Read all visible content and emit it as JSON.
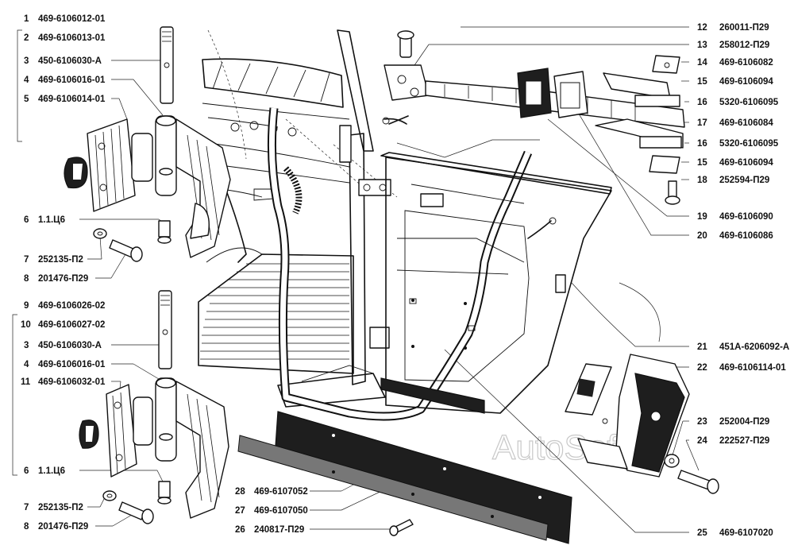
{
  "watermark": "AutoSoft",
  "callouts": [
    {
      "num": "1",
      "part": "469-6106012-01"
    },
    {
      "num": "2",
      "part": "469-6106013-01"
    },
    {
      "num": "3",
      "part": "450-6106030-А"
    },
    {
      "num": "4",
      "part": "469-6106016-01"
    },
    {
      "num": "5",
      "part": "469-6106014-01"
    },
    {
      "num": "6",
      "part": "1.1.Ц6"
    },
    {
      "num": "7",
      "part": "252135-П2"
    },
    {
      "num": "8",
      "part": "201476-П29"
    },
    {
      "num": "9",
      "part": "469-6106026-02"
    },
    {
      "num": "10",
      "part": "469-6106027-02"
    },
    {
      "num": "3",
      "part": "450-6106030-А"
    },
    {
      "num": "4",
      "part": "469-6106016-01"
    },
    {
      "num": "11",
      "part": "469-6106032-01"
    },
    {
      "num": "6",
      "part": "1.1.Ц6"
    },
    {
      "num": "7",
      "part": "252135-П2"
    },
    {
      "num": "8",
      "part": "201476-П29"
    },
    {
      "num": "12",
      "part": "260011-П29"
    },
    {
      "num": "13",
      "part": "258012-П29"
    },
    {
      "num": "14",
      "part": "469-6106082"
    },
    {
      "num": "15",
      "part": "469-6106094"
    },
    {
      "num": "16",
      "part": "5320-6106095"
    },
    {
      "num": "17",
      "part": "469-6106084"
    },
    {
      "num": "16",
      "part": "5320-6106095"
    },
    {
      "num": "15",
      "part": "469-6106094"
    },
    {
      "num": "18",
      "part": "252594-П29"
    },
    {
      "num": "19",
      "part": "469-6106090"
    },
    {
      "num": "20",
      "part": "469-6106086"
    },
    {
      "num": "21",
      "part": "451А-6206092-А"
    },
    {
      "num": "22",
      "part": "469-6106114-01"
    },
    {
      "num": "23",
      "part": "252004-П29"
    },
    {
      "num": "24",
      "part": "222527-П29"
    },
    {
      "num": "25",
      "part": "469-6107020"
    },
    {
      "num": "28",
      "part": "469-6107052"
    },
    {
      "num": "27",
      "part": "469-6107050"
    },
    {
      "num": "26",
      "part": "240817-П29"
    }
  ]
}
